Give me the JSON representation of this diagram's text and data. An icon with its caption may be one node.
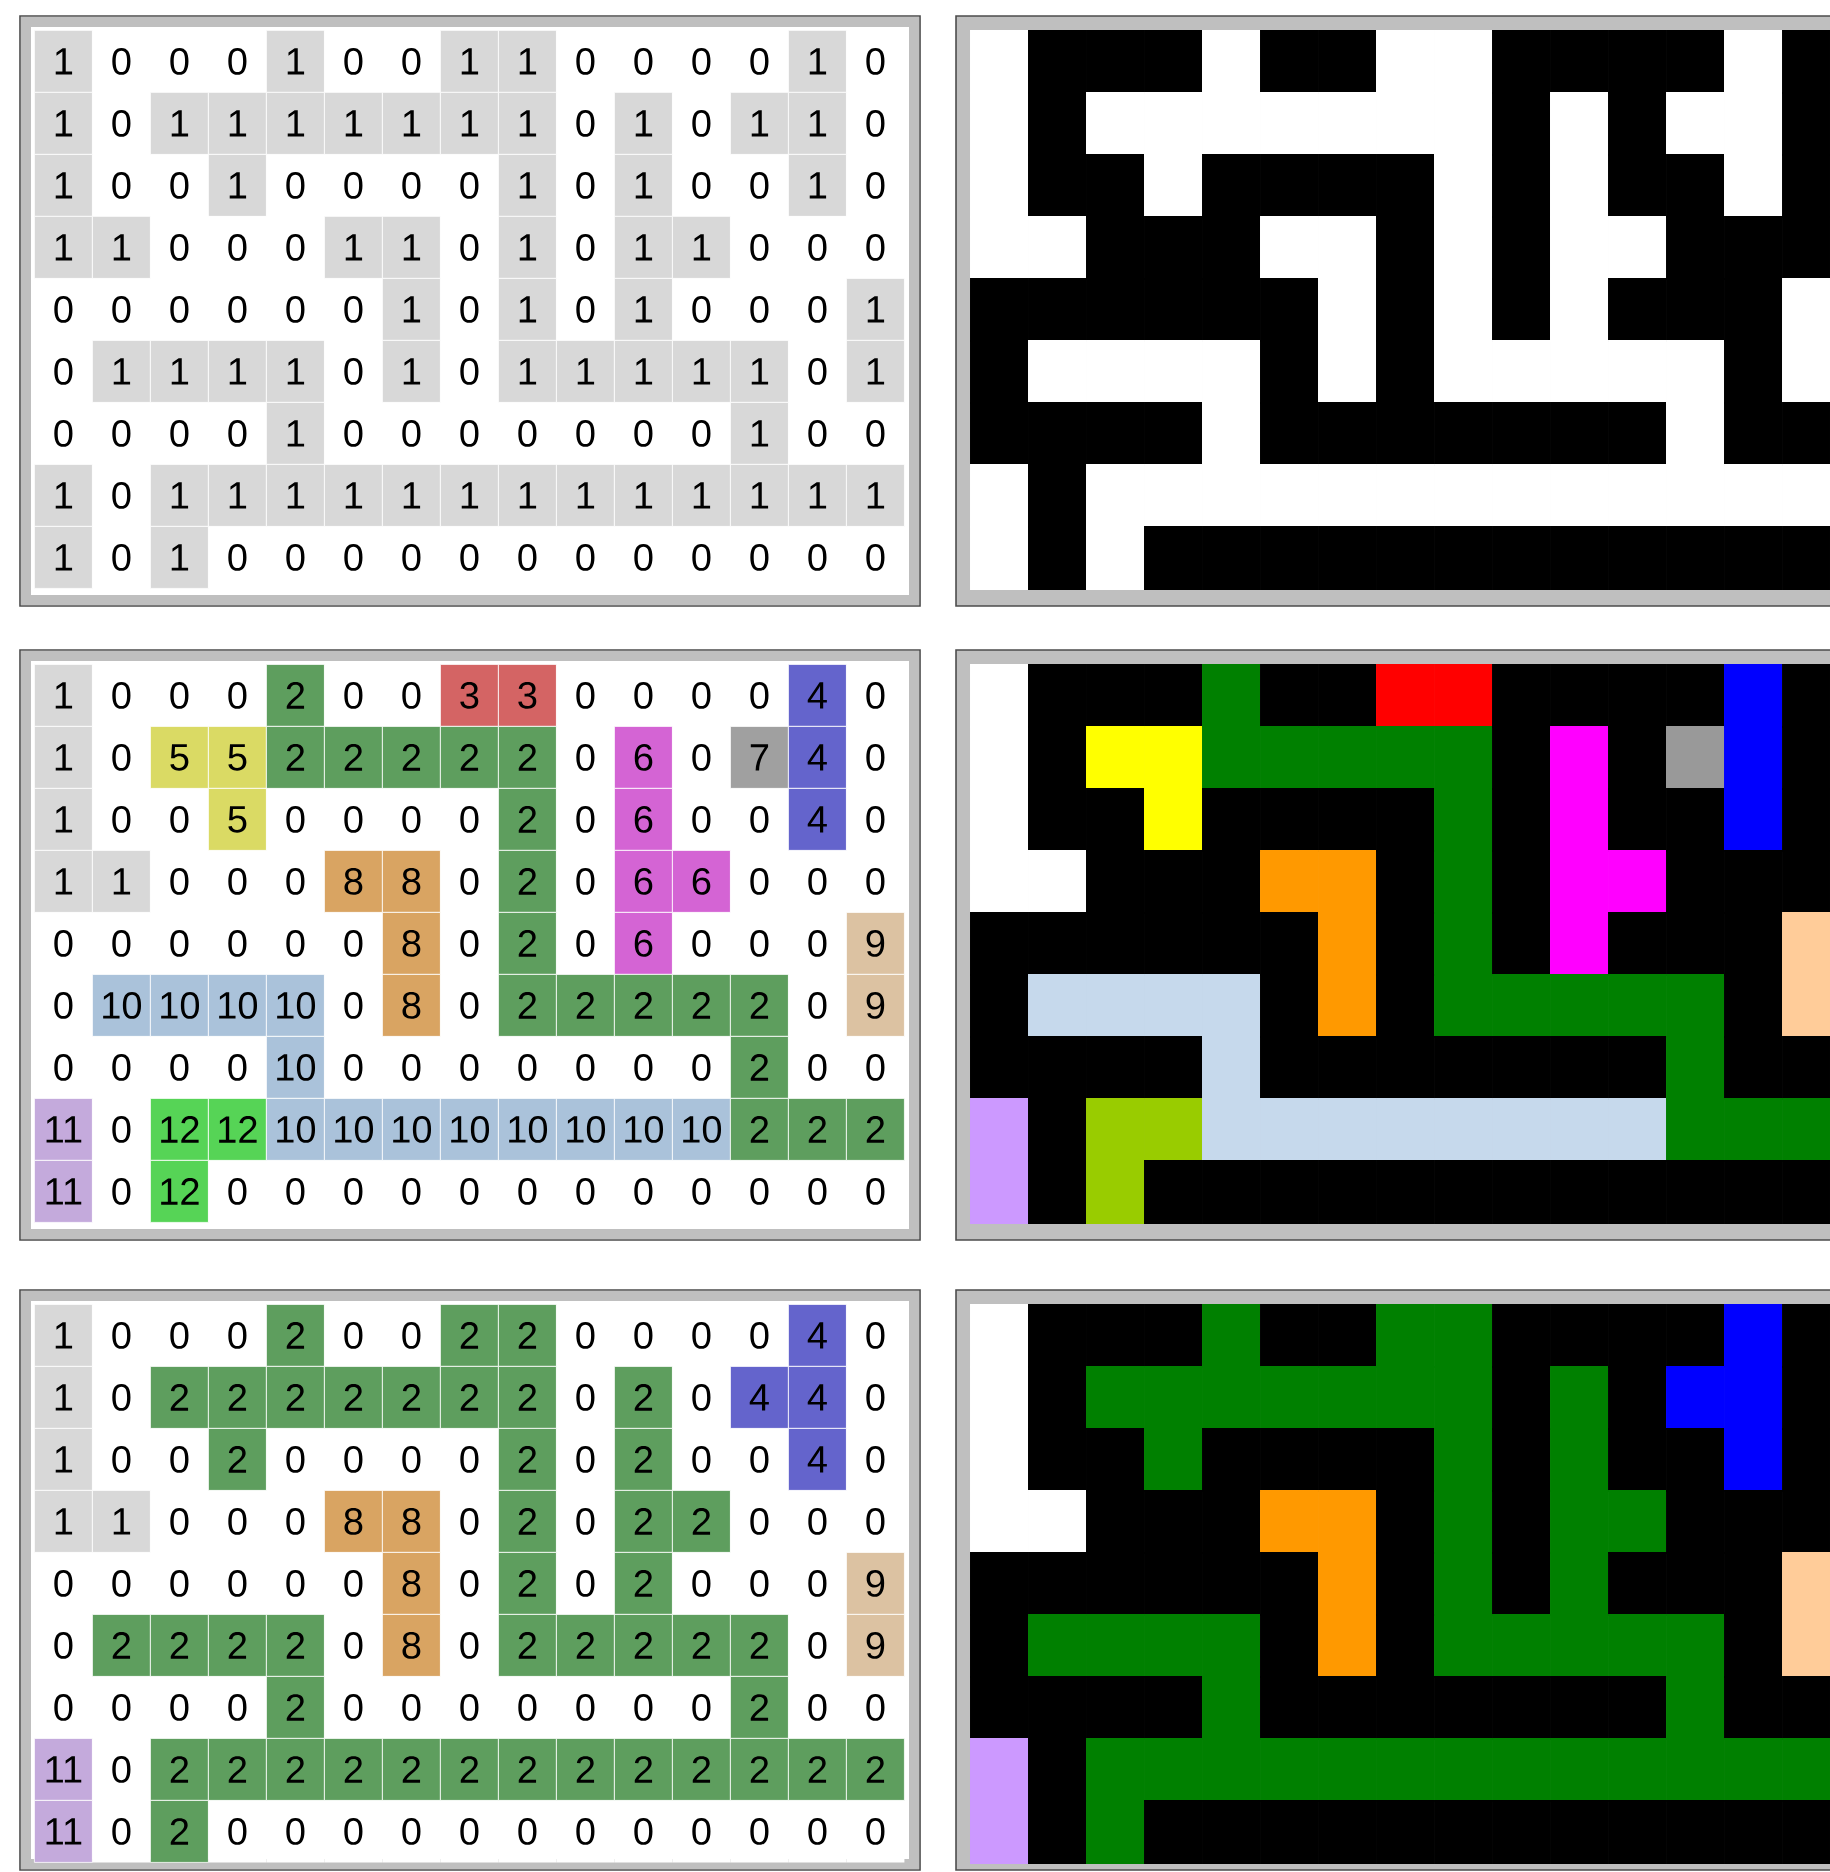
{
  "diagram": {
    "labels": [
      "1",
      "0",
      "0",
      "0",
      "1",
      "0",
      "0",
      "1",
      "1",
      "0",
      "0",
      "0",
      "0",
      "1",
      "0",
      "1",
      "0",
      "1",
      "1",
      "1",
      "1",
      "1",
      "1",
      "1",
      "0",
      "1",
      "0",
      "1",
      "1",
      "0",
      "1",
      "0",
      "0",
      "1",
      "0",
      "0",
      "0",
      "0",
      "1",
      "0",
      "1",
      "0",
      "0",
      "1",
      "0",
      "1",
      "1",
      "0",
      "0",
      "0",
      "1",
      "1",
      "0",
      "1",
      "0",
      "1",
      "1",
      "0",
      "0",
      "0",
      "0",
      "0",
      "0",
      "0",
      "0",
      "0",
      "1",
      "0",
      "1",
      "0",
      "1",
      "0",
      "0",
      "0",
      "1",
      "0",
      "1",
      "1",
      "1",
      "1",
      "0",
      "1",
      "0",
      "1",
      "1",
      "1",
      "1",
      "1",
      "0",
      "1",
      "0",
      "0",
      "0",
      "0",
      "1",
      "0",
      "0",
      "0",
      "0",
      "0",
      "0",
      "0",
      "1",
      "0",
      "0",
      "1",
      "0",
      "1",
      "1",
      "1",
      "1",
      "1",
      "1",
      "1",
      "1",
      "1",
      "1",
      "1",
      "1",
      "1",
      "1",
      "0",
      "1",
      "0",
      "0",
      "0",
      "0",
      "0",
      "0",
      "0",
      "0",
      "0",
      "0",
      "0",
      "0",
      "1",
      "0",
      "0",
      "0",
      "2",
      "0",
      "0",
      "3",
      "3",
      "0",
      "0",
      "0",
      "0",
      "4",
      "0",
      "1",
      "0",
      "5",
      "5",
      "2",
      "2",
      "2",
      "2",
      "2",
      "0",
      "6",
      "0",
      "7",
      "4",
      "0",
      "1",
      "0",
      "0",
      "5",
      "0",
      "0",
      "0",
      "0",
      "2",
      "0",
      "6",
      "0",
      "0",
      "4",
      "0",
      "1",
      "1",
      "0",
      "0",
      "0",
      "8",
      "8",
      "0",
      "2",
      "0",
      "6",
      "6",
      "0",
      "0",
      "0",
      "0",
      "0",
      "0",
      "0",
      "0",
      "0",
      "8",
      "0",
      "2",
      "0",
      "6",
      "0",
      "0",
      "0",
      "9",
      "0",
      "10",
      "10",
      "10",
      "10",
      "0",
      "8",
      "0",
      "2",
      "2",
      "2",
      "2",
      "2",
      "0",
      "9",
      "0",
      "0",
      "0",
      "0",
      "10",
      "0",
      "0",
      "0",
      "0",
      "0",
      "0",
      "0",
      "2",
      "0",
      "0",
      "11",
      "0",
      "12",
      "12",
      "10",
      "10",
      "10",
      "10",
      "10",
      "10",
      "10",
      "10",
      "2",
      "2",
      "2",
      "11",
      "0",
      "12",
      "0",
      "0",
      "0",
      "0",
      "0",
      "0",
      "0",
      "0",
      "0",
      "0",
      "0",
      "0",
      "1",
      "0",
      "0",
      "0",
      "2",
      "0",
      "0",
      "2",
      "2",
      "0",
      "0",
      "0",
      "0",
      "4",
      "0",
      "1",
      "0",
      "2",
      "2",
      "2",
      "2",
      "2",
      "2",
      "2",
      "0",
      "2",
      "0",
      "4",
      "4",
      "0",
      "1",
      "0",
      "0",
      "2",
      "0",
      "0",
      "0",
      "0",
      "2",
      "0",
      "2",
      "0",
      "0",
      "4",
      "0",
      "1",
      "1",
      "0",
      "0",
      "0",
      "8",
      "8",
      "0",
      "2",
      "0",
      "2",
      "2",
      "0",
      "0",
      "0",
      "0",
      "0",
      "0",
      "0",
      "0",
      "0",
      "8",
      "0",
      "2",
      "0",
      "2",
      "0",
      "0",
      "0",
      "9",
      "0",
      "2",
      "2",
      "2",
      "2",
      "0",
      "8",
      "0",
      "2",
      "2",
      "2",
      "2",
      "2",
      "0",
      "9",
      "0",
      "0",
      "0",
      "0",
      "2",
      "0",
      "0",
      "0",
      "0",
      "0",
      "0",
      "0",
      "2",
      "0",
      "0",
      "11",
      "0",
      "2",
      "2",
      "2",
      "2",
      "2",
      "2",
      "2",
      "2",
      "2",
      "2",
      "2",
      "2",
      "2",
      "11",
      "0",
      "2",
      "0",
      "0",
      "0",
      "0",
      "0",
      "0",
      "0",
      "0",
      "0",
      "0",
      "0",
      "0"
    ]
  }
}
